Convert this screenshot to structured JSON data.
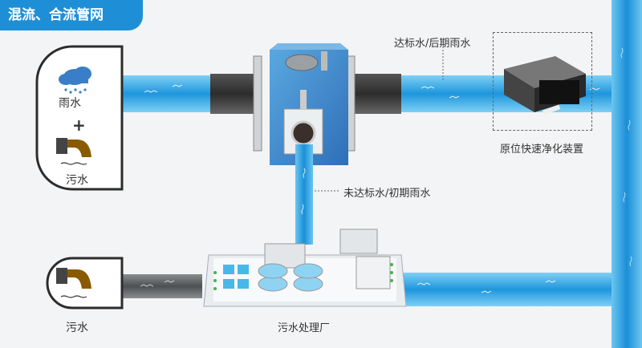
{
  "header": {
    "title": "混流、合流管网"
  },
  "sources": {
    "combined": {
      "rain_label": "雨水",
      "plus": "+",
      "sewage_label": "污水"
    },
    "sewage_only": {
      "label": "污水"
    }
  },
  "flows": {
    "upper_label": "达标水/后期雨水",
    "lower_label": "未达标水/初期雨水"
  },
  "facilities": {
    "purification_device": "原位快速净化装置",
    "treatment_plant": "污水处理厂"
  },
  "icons": [
    "rain-cloud-icon",
    "sewage-pipe-icon"
  ]
}
